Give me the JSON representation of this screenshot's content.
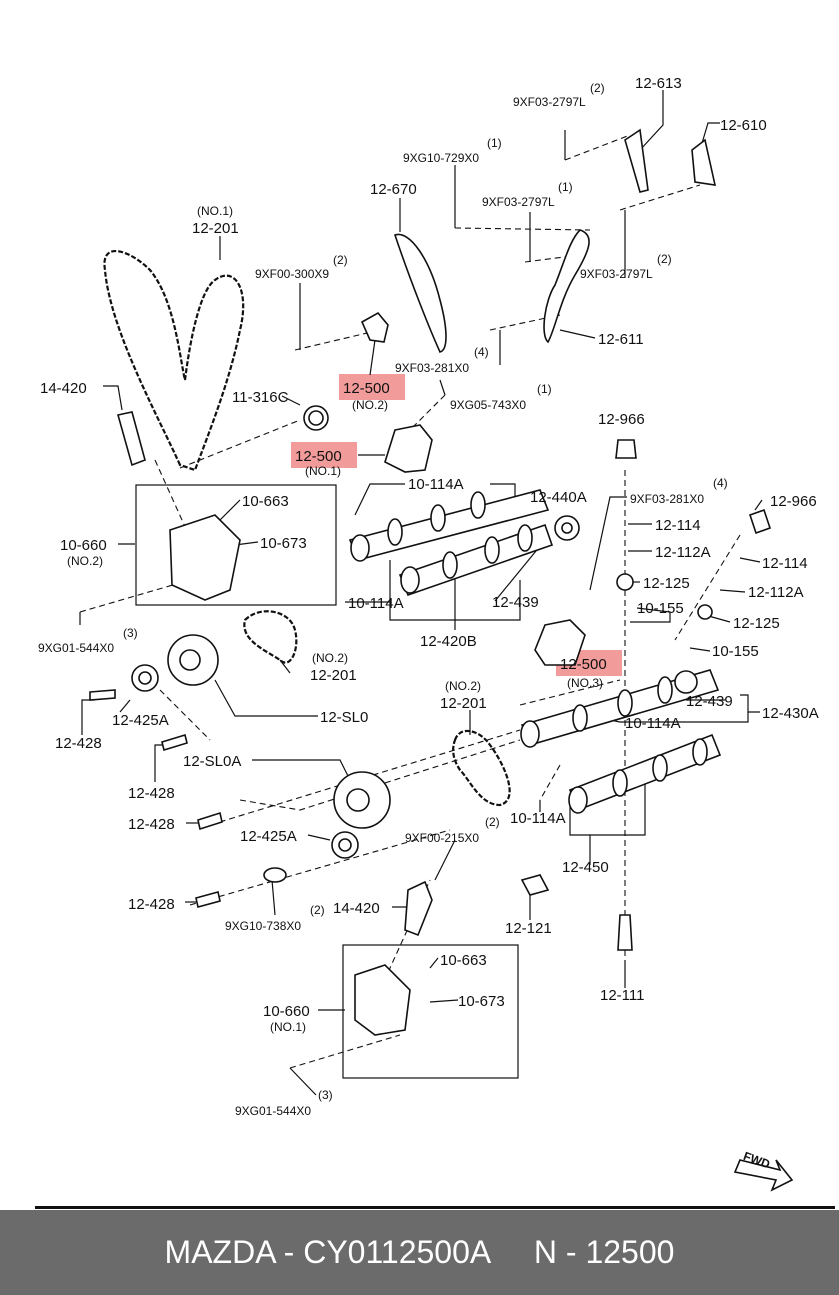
{
  "labels": {
    "l_12_613": "12-613",
    "l_12_610": "12-610",
    "l_2_a": "(2)",
    "l_9xf03_2797l_a": "9XF03-2797L",
    "l_1_a": "(1)",
    "l_9xg10_729x0": "9XG10-729X0",
    "l_12_670": "12-670",
    "l_1_b": "(1)",
    "l_9xf03_2797l_b": "9XF03-2797L",
    "l_no1_chain": "(NO.1)",
    "l_12_201_a": "12-201",
    "l_2_b": "(2)",
    "l_9xf00_300x9": "9XF00-300X9",
    "l_2_c": "(2)",
    "l_9xf03_2797l_c": "9XF03-2797L",
    "l_12_611": "12-611",
    "l_14_420_a": "14-420",
    "l_11_316c": "11-316C",
    "l_12_500_no2": "12-500",
    "l_no2_tens": "(NO.2)",
    "l_4_a": "(4)",
    "l_9xf03_281x0_a": "9XF03-281X0",
    "l_1_c": "(1)",
    "l_9xg05_743x0": "9XG05-743X0",
    "l_12_966_a": "12-966",
    "l_12_500_no1": "12-500",
    "l_no1_tens": "(NO.1)",
    "l_10_114a_a": "10-114A",
    "l_12_440a": "12-440A",
    "l_4_b": "(4)",
    "l_9xf03_281x0_b": "9XF03-281X0",
    "l_12_966_b": "12-966",
    "l_10_663_a": "10-663",
    "l_12_114_a": "12-114",
    "l_10_660_a": "10-660",
    "l_no2_vvt": "(NO.2)",
    "l_10_673_a": "10-673",
    "l_12_112a_a": "12-112A",
    "l_12_114_b": "12-114",
    "l_12_125_a": "12-125",
    "l_12_112a_b": "12-112A",
    "l_10_114a_b": "10-114A",
    "l_12_439_a": "12-439",
    "l_10_155_a": "10-155",
    "l_12_125_b": "12-125",
    "l_9xg01_544x0_a": "9XG01-544X0",
    "l_3_a": "(3)",
    "l_12_420b": "12-420B",
    "l_no2_chain_a": "(NO.2)",
    "l_12_201_b": "12-201",
    "l_10_155_b": "10-155",
    "l_12_500_no3": "12-500",
    "l_no3_tens": "(NO.3)",
    "l_12_425a_a": "12-425A",
    "l_12_sl0": "12-SL0",
    "l_12_428_a": "12-428",
    "l_no2_chain_b": "(NO.2)",
    "l_12_201_c": "12-201",
    "l_12_439_b": "12-439",
    "l_12_430a": "12-430A",
    "l_10_114a_c": "10-114A",
    "l_12_sl0a": "12-SL0A",
    "l_12_428_b": "12-428",
    "l_12_428_c": "12-428",
    "l_12_425a_b": "12-425A",
    "l_2_d": "(2)",
    "l_9xf00_215x0": "9XF00-215X0",
    "l_10_114a_d": "10-114A",
    "l_12_450": "12-450",
    "l_12_428_d": "12-428",
    "l_2_e": "(2)",
    "l_9xg10_738x0": "9XG10-738X0",
    "l_14_420_b": "14-420",
    "l_12_121": "12-121",
    "l_10_663_b": "10-663",
    "l_10_660_b": "10-660",
    "l_no1_vvt": "(NO.1)",
    "l_10_673_b": "10-673",
    "l_12_111": "12-111",
    "l_3_b": "(3)",
    "l_9xg01_544x0_b": "9XG01-544X0",
    "l_fwd": "FWD"
  },
  "footer": {
    "text": "MAZDA - CY0112500A     N - 12500"
  },
  "colors": {
    "highlight": "#f08a8a",
    "footer_bg": "#6b6b6b"
  }
}
